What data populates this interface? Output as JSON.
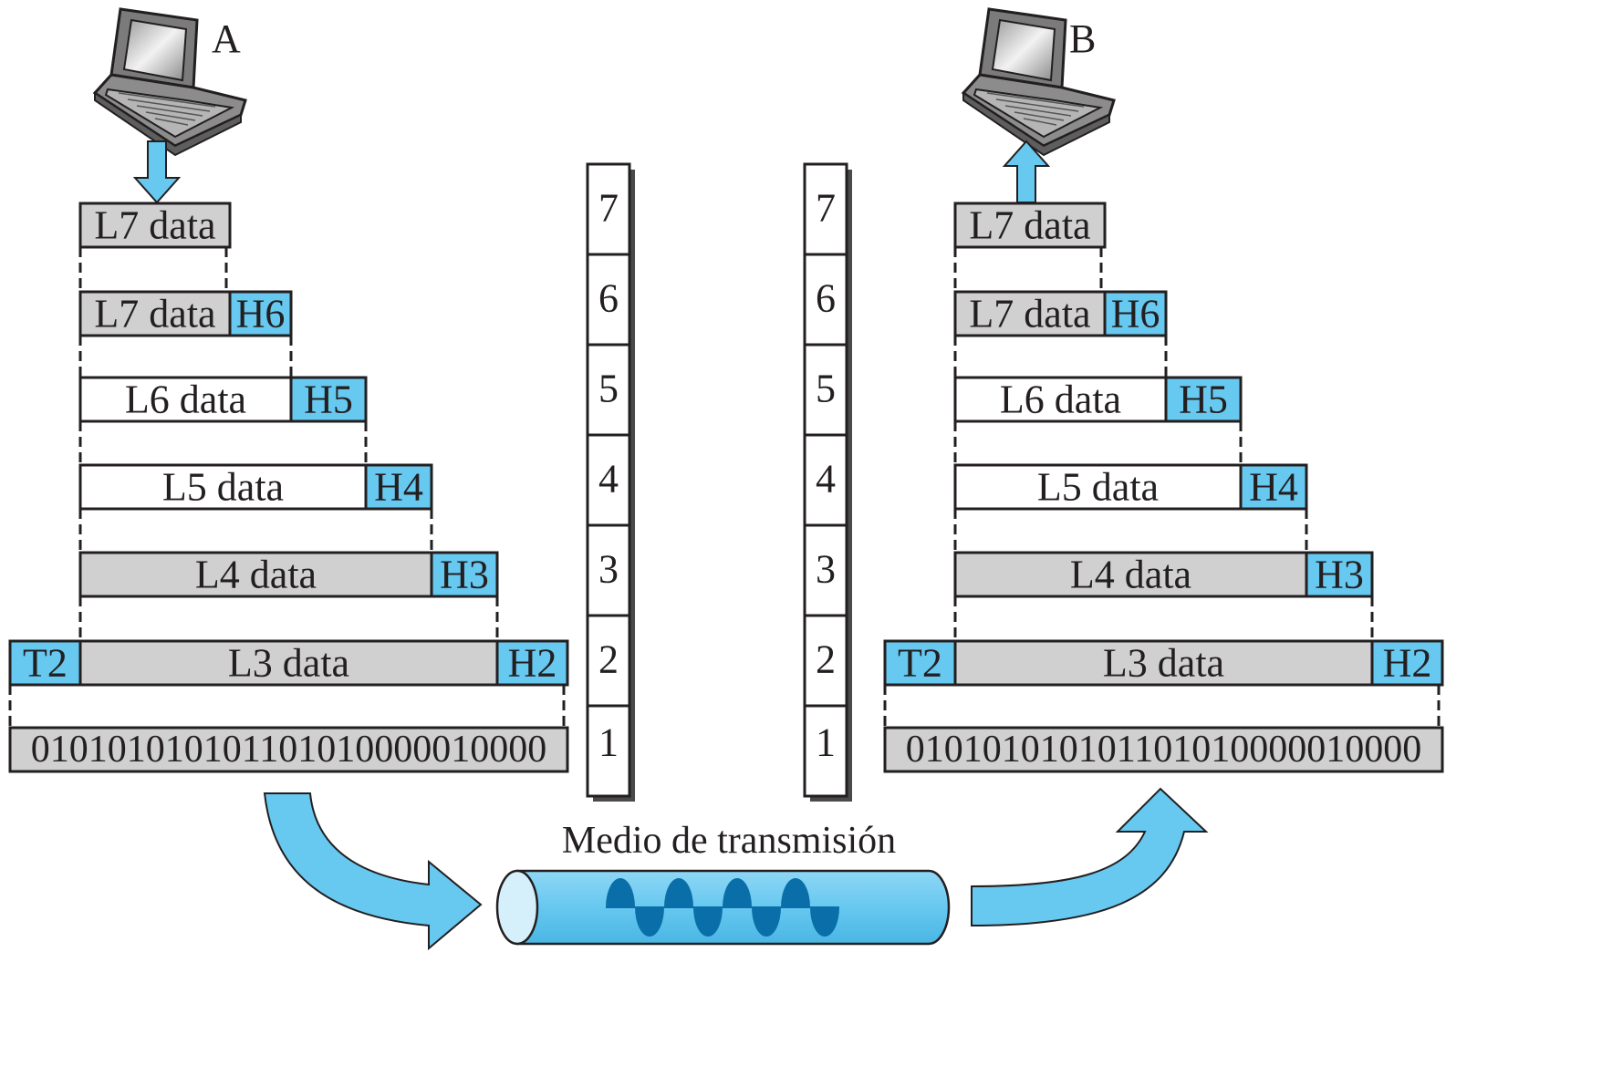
{
  "colors": {
    "accent": "#67c8f0",
    "data_fill": "#d0d0d0",
    "white": "#ffffff",
    "outline": "#231f20",
    "wave": "#0a6fa8"
  },
  "hosts": {
    "sender": {
      "label": "A",
      "icon": "laptop-icon",
      "arrow": "down-arrow-icon"
    },
    "receiver": {
      "label": "B",
      "icon": "laptop-icon",
      "arrow": "up-arrow-icon"
    }
  },
  "stack": {
    "rows": [
      {
        "data": "L7 data",
        "header": "",
        "fill": "gray"
      },
      {
        "data": "L7 data",
        "header": "H6",
        "fill": "gray"
      },
      {
        "data": "L6 data",
        "header": "H5",
        "fill": "white"
      },
      {
        "data": "L5 data",
        "header": "H4",
        "fill": "white"
      },
      {
        "data": "L4 data",
        "header": "H3",
        "fill": "gray"
      },
      {
        "data": "L3 data",
        "header": "H2",
        "trailer": "T2",
        "fill": "gray"
      }
    ],
    "bits": "010101010101101010000010000"
  },
  "layer_columns": {
    "left": [
      "7",
      "6",
      "5",
      "4",
      "3",
      "2",
      "1"
    ],
    "right": [
      "7",
      "6",
      "5",
      "4",
      "3",
      "2",
      "1"
    ]
  },
  "medium": {
    "label": "Medio de transmisión",
    "icon": "cable-icon",
    "wave_icon": "sine-wave-icon"
  },
  "flow_arrows": {
    "to_medium": "curved-arrow-icon",
    "from_medium": "curved-arrow-icon"
  }
}
